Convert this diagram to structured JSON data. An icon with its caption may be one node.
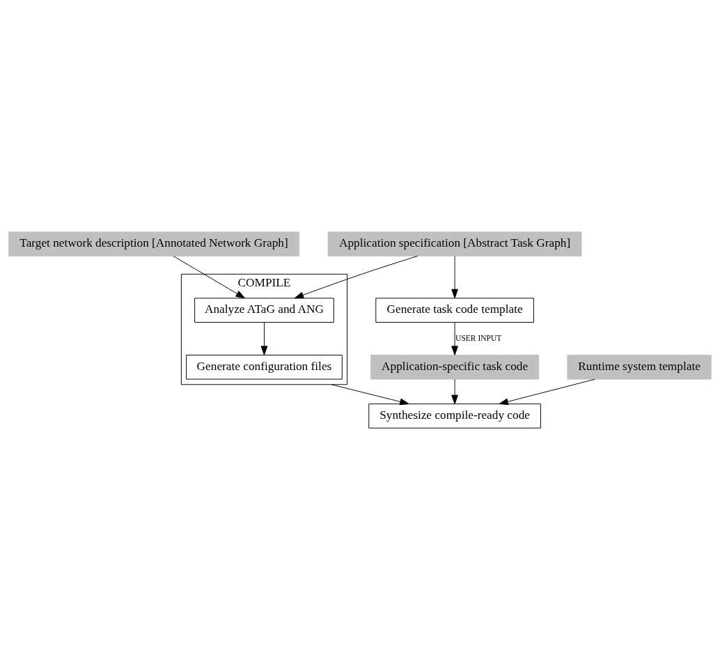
{
  "diagram": {
    "nodes": [
      {
        "text": [
          "Target network description [Annotated Network Graph]"
        ]
      },
      {
        "text": [
          "Application specification [Abstract Task Graph]"
        ]
      },
      {
        "text": [
          "Generate task code template"
        ]
      },
      {
        "text": [
          "COMPILE"
        ]
      },
      {
        "text": [
          "Analyze ATaG and ANG"
        ],
        "in": 3
      },
      {
        "text": [
          "Generate configuration files"
        ],
        "in": 3
      },
      {
        "text": [
          "Application-specific task code"
        ]
      },
      {
        "text": [
          "Synthesize compile-ready code"
        ]
      },
      {
        "text": [
          "Runtime system template"
        ]
      }
    ],
    "edges": [
      {
        "from": 0,
        "to": 4,
        "arrow": "to"
      },
      {
        "from": 1,
        "to": 4,
        "arrow": "to"
      },
      {
        "from": 1,
        "to": 2,
        "arrow": "to"
      },
      {
        "from": 4,
        "to": 5,
        "arrow": "to"
      },
      {
        "from": 2,
        "to": 6,
        "arrow": "to",
        "label": "USER INPUT"
      },
      {
        "from": 3,
        "to": 7,
        "arrow": "to"
      },
      {
        "from": 6,
        "to": 7,
        "arrow": "to"
      },
      {
        "from": 8,
        "to": 7,
        "arrow": "to"
      }
    ]
  }
}
